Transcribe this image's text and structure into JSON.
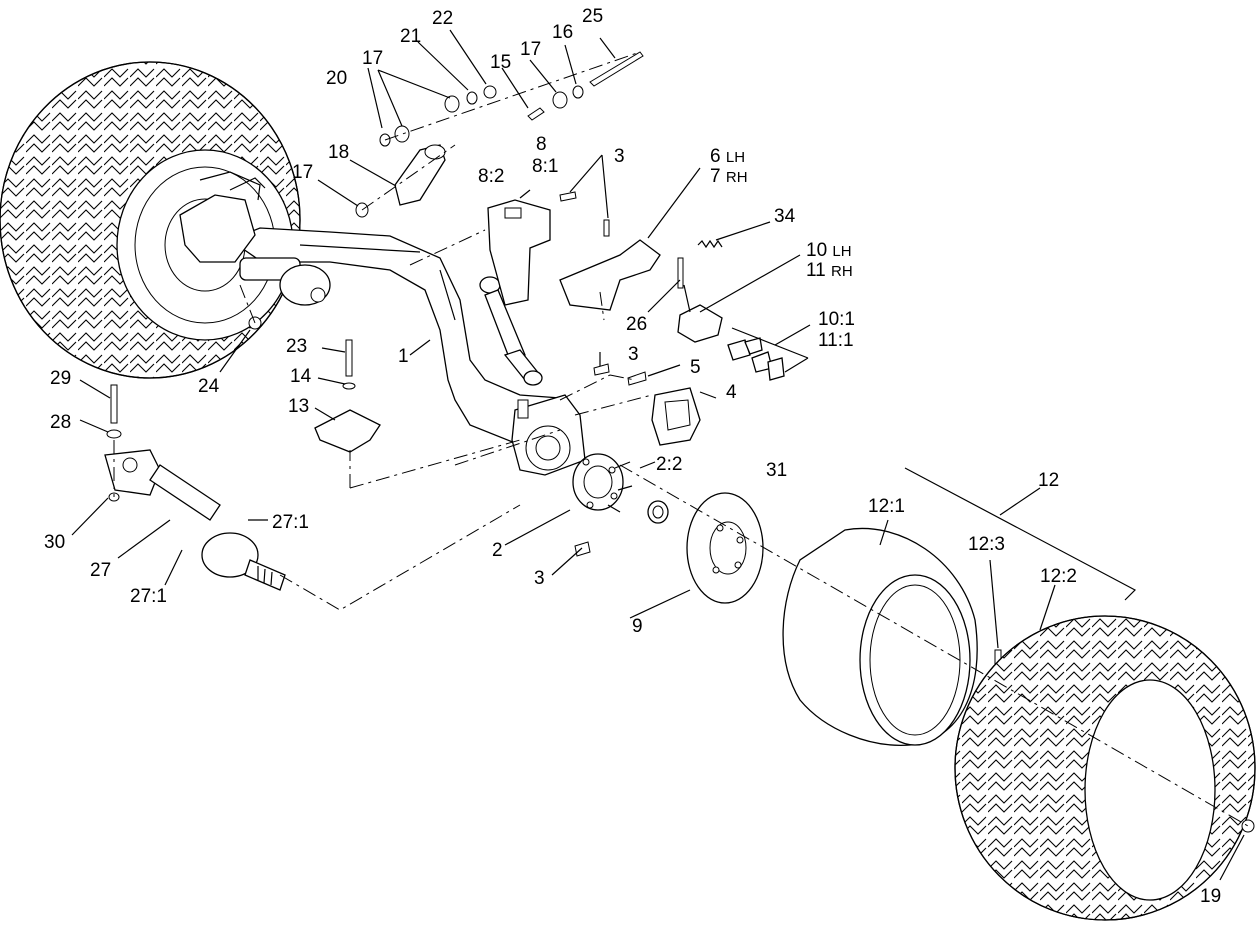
{
  "labels": {
    "l1": "1",
    "l2": "2",
    "l2_2": "2:2",
    "l3a": "3",
    "l3b": "3",
    "l3c": "3",
    "l4": "4",
    "l5": "5",
    "l6": "6",
    "l6_side": "LH",
    "l7": "7",
    "l7_side": "RH",
    "l8": "8",
    "l8_1": "8:1",
    "l8_2": "8:2",
    "l9": "9",
    "l10": "10",
    "l10_side": "LH",
    "l11": "11",
    "l11_side": "RH",
    "l10_1": "10:1",
    "l11_1": "11:1",
    "l12": "12",
    "l12_1": "12:1",
    "l12_2": "12:2",
    "l12_3": "12:3",
    "l13": "13",
    "l14": "14",
    "l15": "15",
    "l16": "16",
    "l17a": "17",
    "l17b": "17",
    "l17c": "17",
    "l18": "18",
    "l19": "19",
    "l20": "20",
    "l21": "21",
    "l22": "22",
    "l23": "23",
    "l24": "24",
    "l25": "25",
    "l26": "26",
    "l27": "27",
    "l27_1a": "27:1",
    "l27_1b": "27:1",
    "l28": "28",
    "l29": "29",
    "l30": "30",
    "l31": "31",
    "l34": "34"
  }
}
